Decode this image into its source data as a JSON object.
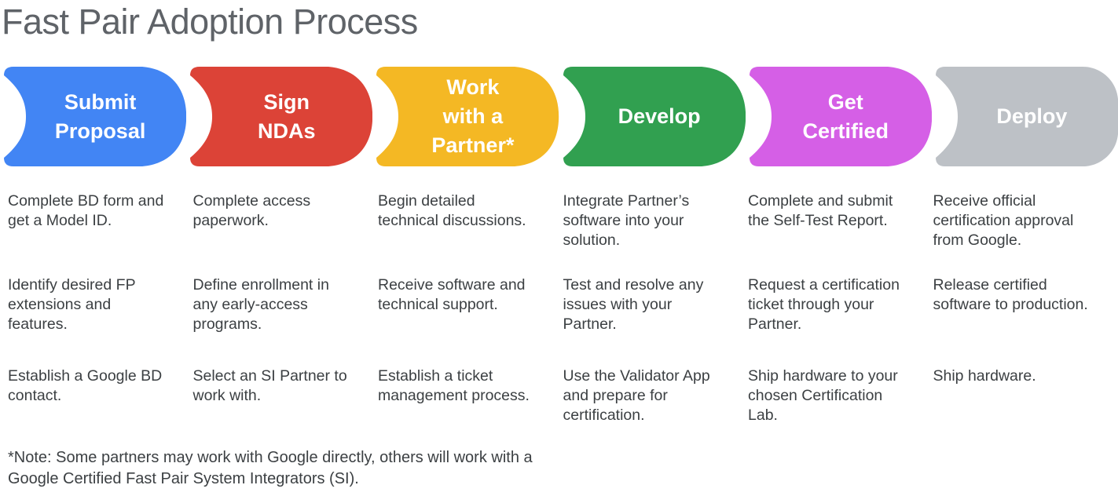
{
  "title": "Fast Pair Adoption Process",
  "footnote": "*Note: Some partners may work with Google directly, others will work with a\nGoogle Certified Fast Pair System Integrators (SI).",
  "colors": {
    "blue": "#4285F4",
    "red": "#DC4337",
    "yellow": "#F4B824",
    "green": "#31A050",
    "magenta": "#D55FE6",
    "gray": "#BDC1C6",
    "title_text": "#5f6368",
    "body_text": "#3c4043",
    "label_text": "#ffffff"
  },
  "steps": [
    {
      "label": "Submit\nProposal",
      "color": "#4285F4",
      "items": [
        "Complete BD form and get a Model ID.",
        "Identify desired FP extensions and features.",
        "Establish a Google BD contact."
      ]
    },
    {
      "label": "Sign\nNDAs",
      "color": "#DC4337",
      "items": [
        "Complete access paperwork.",
        "Define enrollment in any early-access programs.",
        "Select an SI Partner to work with."
      ]
    },
    {
      "label": "Work\nwith a\nPartner*",
      "color": "#F4B824",
      "items": [
        "Begin detailed technical discussions.",
        "Receive software and technical support.",
        "Establish a ticket management process."
      ]
    },
    {
      "label": "Develop",
      "color": "#31A050",
      "items": [
        "Integrate Partner’s software into your solution.",
        "Test and resolve any issues with your Partner.",
        "Use the Validator App and prepare for certification."
      ]
    },
    {
      "label": "Get\nCertified",
      "color": "#D55FE6",
      "items": [
        "Complete and submit the Self-Test Report.",
        "Request a certification ticket through your Partner.",
        "Ship hardware to your chosen Certification Lab."
      ]
    },
    {
      "label": "Deploy",
      "color": "#BDC1C6",
      "items": [
        "Receive official certification approval from Google.",
        "Release certified software to production.",
        "Ship hardware."
      ]
    }
  ]
}
